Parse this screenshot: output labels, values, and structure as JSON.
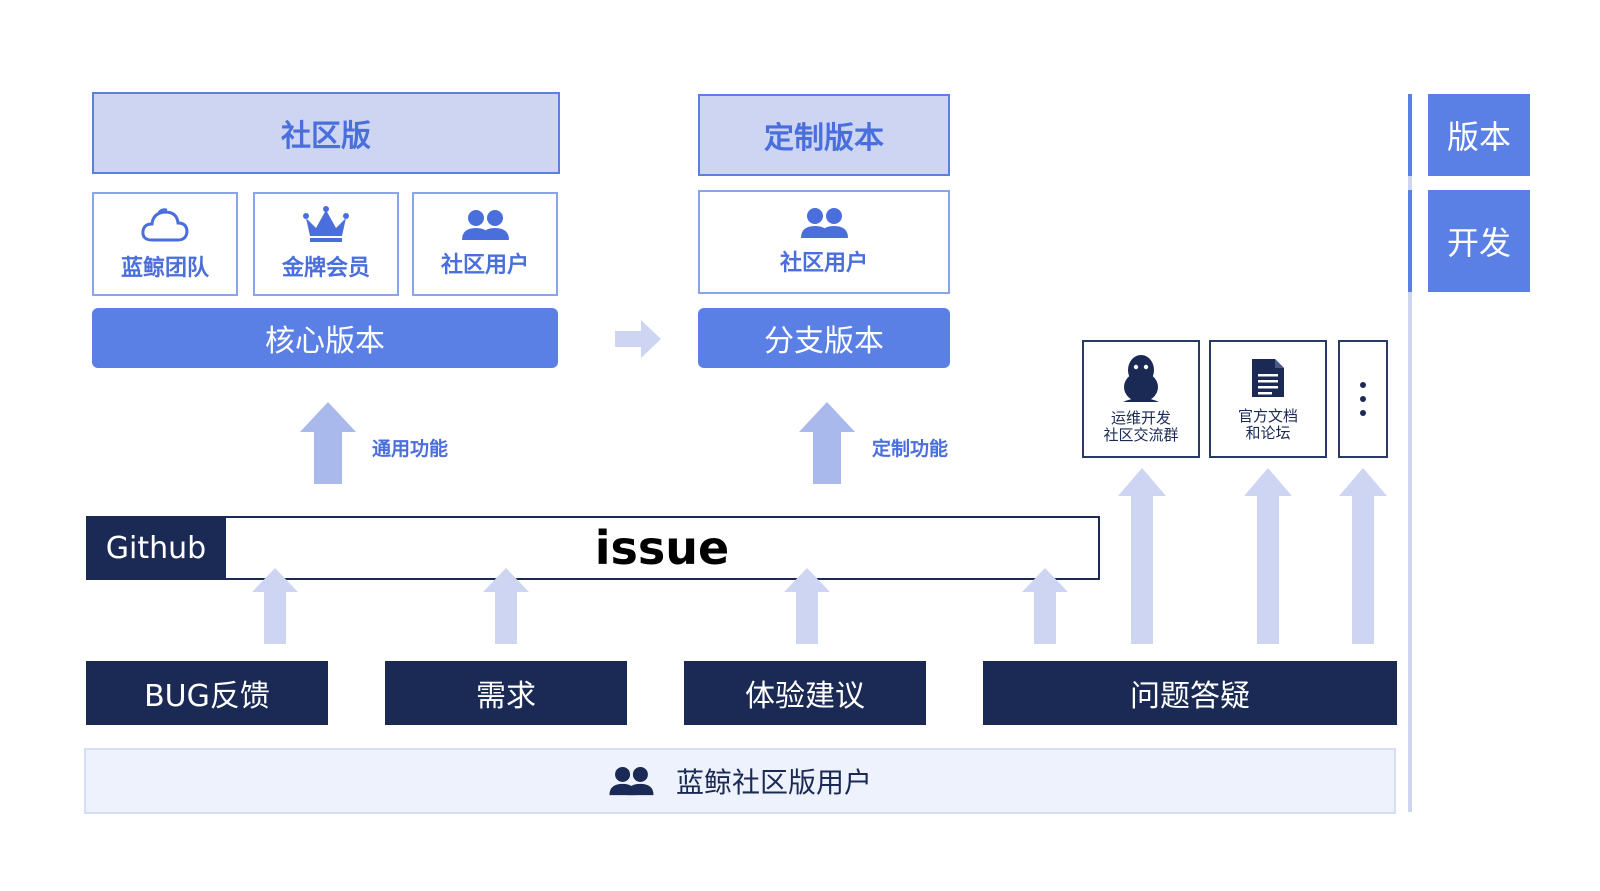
{
  "community": {
    "title": "社区版",
    "cards": [
      {
        "label": "蓝鲸团队",
        "icon": "cloud-icon"
      },
      {
        "label": "金牌会员",
        "icon": "crown-icon"
      },
      {
        "label": "社区用户",
        "icon": "users-icon"
      }
    ],
    "core": "核心版本",
    "up_label": "通用功能"
  },
  "custom": {
    "title": "定制版本",
    "card": {
      "label": "社区用户",
      "icon": "users-icon"
    },
    "branch": "分支版本",
    "up_label": "定制功能"
  },
  "issue_bar": {
    "platform": "Github",
    "title": "issue"
  },
  "sources": [
    "BUG反馈",
    "需求",
    "体验建议",
    "问题答疑"
  ],
  "tools": [
    {
      "line1": "运维开发",
      "line2": "社区交流群",
      "icon": "qq-penguin-icon"
    },
    {
      "line1": "官方文档",
      "line2": "和论坛",
      "icon": "document-icon"
    },
    {
      "icon": "more-vertical-icon"
    }
  ],
  "users_bar": {
    "label": "蓝鲸社区版用户",
    "icon": "users-icon"
  },
  "side_labels": [
    "版本",
    "开发"
  ],
  "colors": {
    "primary": "#5a80e5",
    "navy": "#1b2a55",
    "light": "#cdd5f2",
    "arrow": "#a9b9ec"
  }
}
